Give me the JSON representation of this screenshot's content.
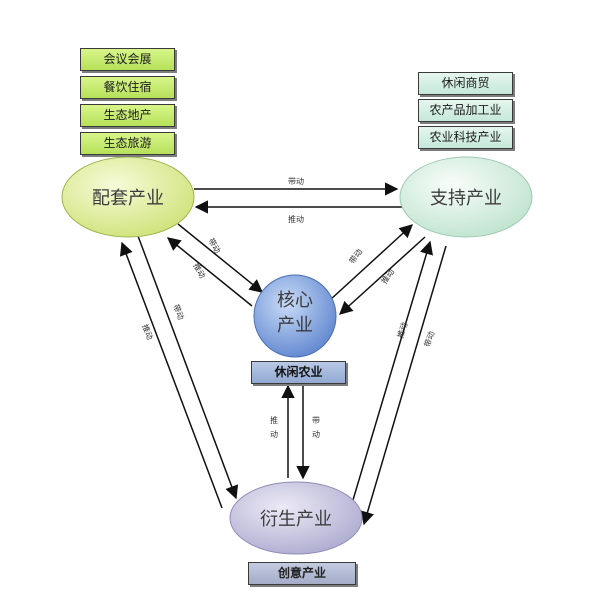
{
  "nodes": {
    "peitao": "配套产业",
    "zhichi": "支持产业",
    "hexin_line1": "核心",
    "hexin_line2": "产业",
    "yansheng": "衍生产业"
  },
  "tags": {
    "peitao_list": [
      "会议会展",
      "餐饮住宿",
      "生态地产",
      "生态旅游"
    ],
    "zhichi_list": [
      "休闲商贸",
      "农产品加工业",
      "农业科技产业"
    ],
    "hexin_tag": "休闲农业",
    "yansheng_tag": "创意产业"
  },
  "arrows": {
    "top_upper": "带动",
    "top_lower": "推动",
    "lp_a": "带动",
    "lp_b": "推动",
    "rp_a": "带动",
    "rp_b": "推动",
    "left_a": "推动",
    "left_b": "带动",
    "right_a": "推动",
    "right_b": "带动",
    "vert_a": "推动",
    "vert_b": "带动"
  },
  "colors": {
    "peitao": "#e4f2a0",
    "zhichi": "#e2f3ea",
    "hexin": "#7f9fdb",
    "yansheng": "#c7c6df",
    "arrow": "#111111"
  }
}
